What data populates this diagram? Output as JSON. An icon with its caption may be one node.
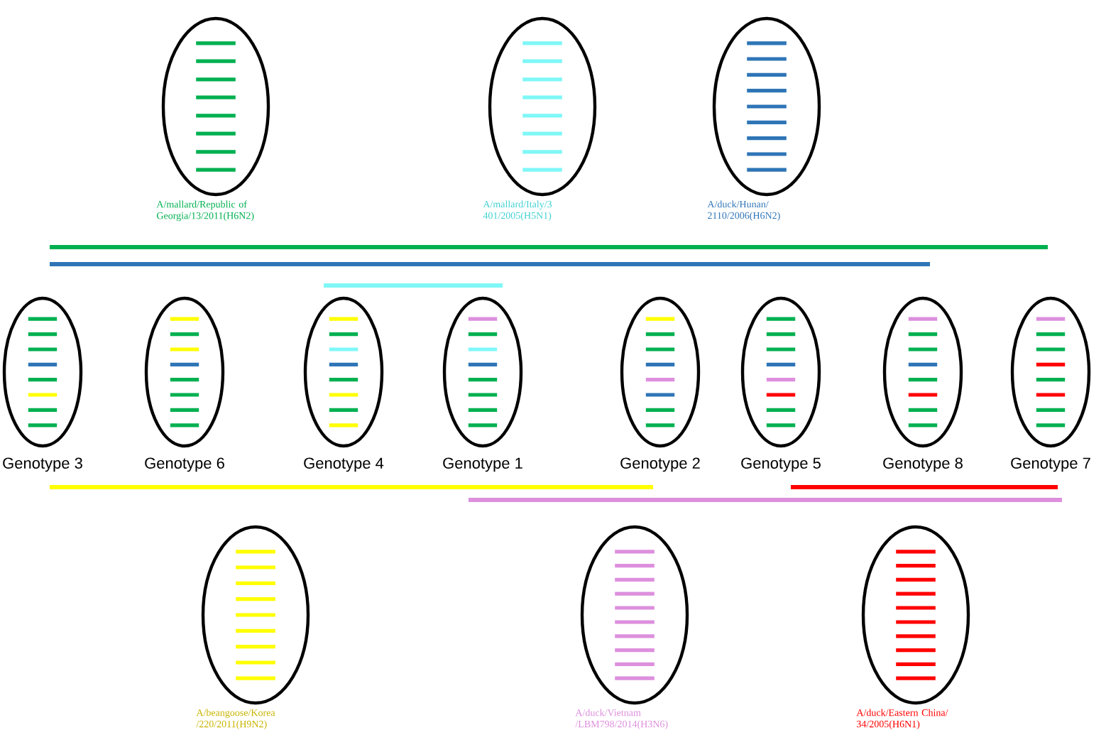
{
  "diagram": {
    "nodes": [
      {
        "text": [
          "A/mallard/Republic of Georgia/13/2011(H6N2)"
        ]
      },
      {
        "text": [
          "A/mallard/Italy/3 401/2005(H5N1)"
        ]
      },
      {
        "text": [
          "A/duck/Hunan/ 2110/2006(H6N2)"
        ]
      },
      {
        "text": [
          "Genotype 3"
        ]
      },
      {
        "text": [
          "Genotype 6"
        ]
      },
      {
        "text": [
          "Genotype 4"
        ]
      },
      {
        "text": [
          "Genotype 1"
        ]
      },
      {
        "text": [
          "Genotype 2"
        ]
      },
      {
        "text": [
          "Genotype 5"
        ]
      },
      {
        "text": [
          "Genotype 8"
        ]
      },
      {
        "text": [
          "Genotype 7"
        ]
      },
      {
        "text": [
          "A/beangoose/Korea /220/2011(H9N2)"
        ]
      },
      {
        "text": [
          "A/duck/Vietnam /LBM798/2014(H3N6)"
        ]
      },
      {
        "text": [
          "A/duck/Eastern China/ 34/2005(H6N1)"
        ]
      }
    ]
  }
}
